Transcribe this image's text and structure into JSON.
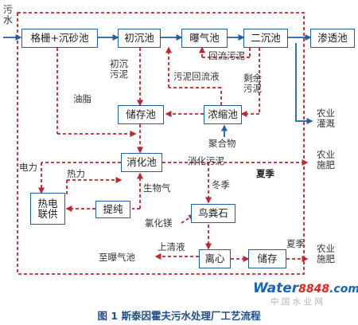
{
  "source_label": [
    "污",
    "水"
  ],
  "nodes": {
    "grille": "格栅+沉砂池",
    "primary": "初沉池",
    "aeration": "曝气池",
    "secondary": "二沉池",
    "infiltration": "渗透池",
    "storage": "储存池",
    "thickener": "浓缩池",
    "digester": "消化池",
    "chp": [
      "热电",
      "联供"
    ],
    "purify": "提纯",
    "struvite": "鸟粪石",
    "centrifuge": "离心",
    "store2": "储存"
  },
  "labels": {
    "primary_sludge": [
      "初沉",
      "污泥"
    ],
    "grease": "油脂",
    "return_sludge": "回流污泥",
    "sludge_return": "污泥回流液",
    "excess_sludge": [
      "剩余",
      "污泥"
    ],
    "polymer": "聚合物",
    "agri_irrigation": [
      "农业",
      "灌溉"
    ],
    "electricity": "电力",
    "heat": "热力",
    "biogas": "生物气",
    "digested_sludge": "消化污泥",
    "summer": "夏季",
    "winter": "冬季",
    "agri_fertilizer": [
      "农业",
      "施肥"
    ],
    "mgcl": "氯化镁",
    "supernatant": "上清液",
    "to_aeration": "至曝气池",
    "summer2": "夏季",
    "agri_fertilizer2": [
      "农业",
      "施肥"
    ]
  },
  "caption": "图 1   斯泰因霍夫污水处理厂工艺流程",
  "watermark": {
    "brand": "Water",
    "number": "8848",
    "suffix": ".com",
    "sub": "中 国 水 业 网"
  },
  "colors": {
    "line": "#1f5fa8",
    "sludge": "#c0262d",
    "text": "#1c1c1c"
  }
}
